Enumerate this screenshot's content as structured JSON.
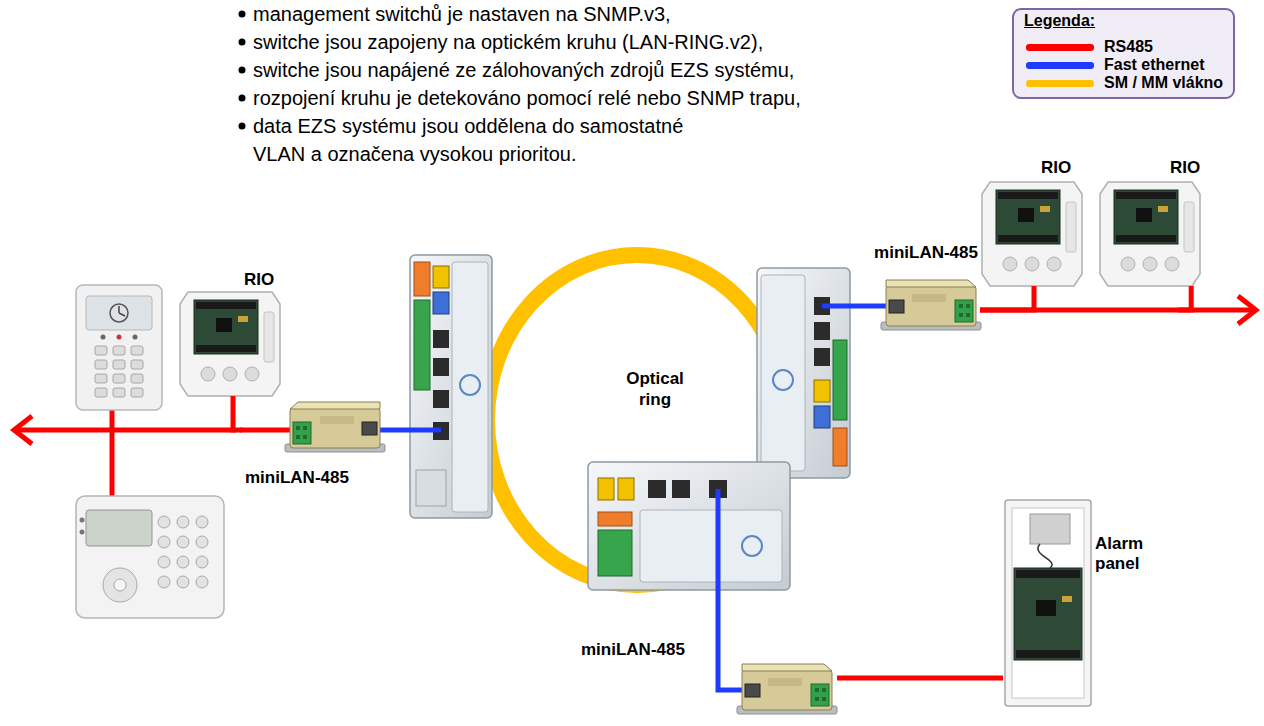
{
  "diagram": {
    "nodes": [
      {
        "text": [
          "RIO"
        ]
      },
      {
        "text": [
          "RIO"
        ]
      },
      {
        "text": [
          "miniLAN-485"
        ]
      },
      {
        "text": [
          "RIO"
        ]
      },
      {
        "text": [
          "miniLAN-485"
        ]
      },
      {
        "text": [
          "Alarm panel"
        ]
      },
      {
        "text": [
          "miniLAN-485"
        ]
      }
    ],
    "edges": [
      {
        "from": 2,
        "to": 0,
        "arrow": "none"
      },
      {
        "from": 2,
        "to": 1,
        "arrow": "none"
      },
      {
        "from": 4,
        "to": 3,
        "arrow": "none"
      },
      {
        "from": 6,
        "to": 5,
        "arrow": "none"
      }
    ],
    "labels": [
      "management switchů je nastaven na SNMP.v3,",
      "switche jsou zapojeny na optickém kruhu (LAN-RING.v2),",
      "switche jsou napájené ze zálohovaných zdrojů EZS systému,",
      "rozpojení kruhu je detekováno pomocí relé nebo SNMP trapu,",
      "data EZS systému jsou oddělena do samostatné VLAN a označena vysokou prioritou.",
      "Legenda:",
      "Optical ring"
    ],
    "legend": [
      {
        "text": "RS485",
        "color": "#FF0000"
      },
      {
        "text": "Fast ethernet",
        "color": "#1F3BFF"
      },
      {
        "text": "SM / MM vlákno",
        "color": "#FFC000"
      }
    ]
  }
}
